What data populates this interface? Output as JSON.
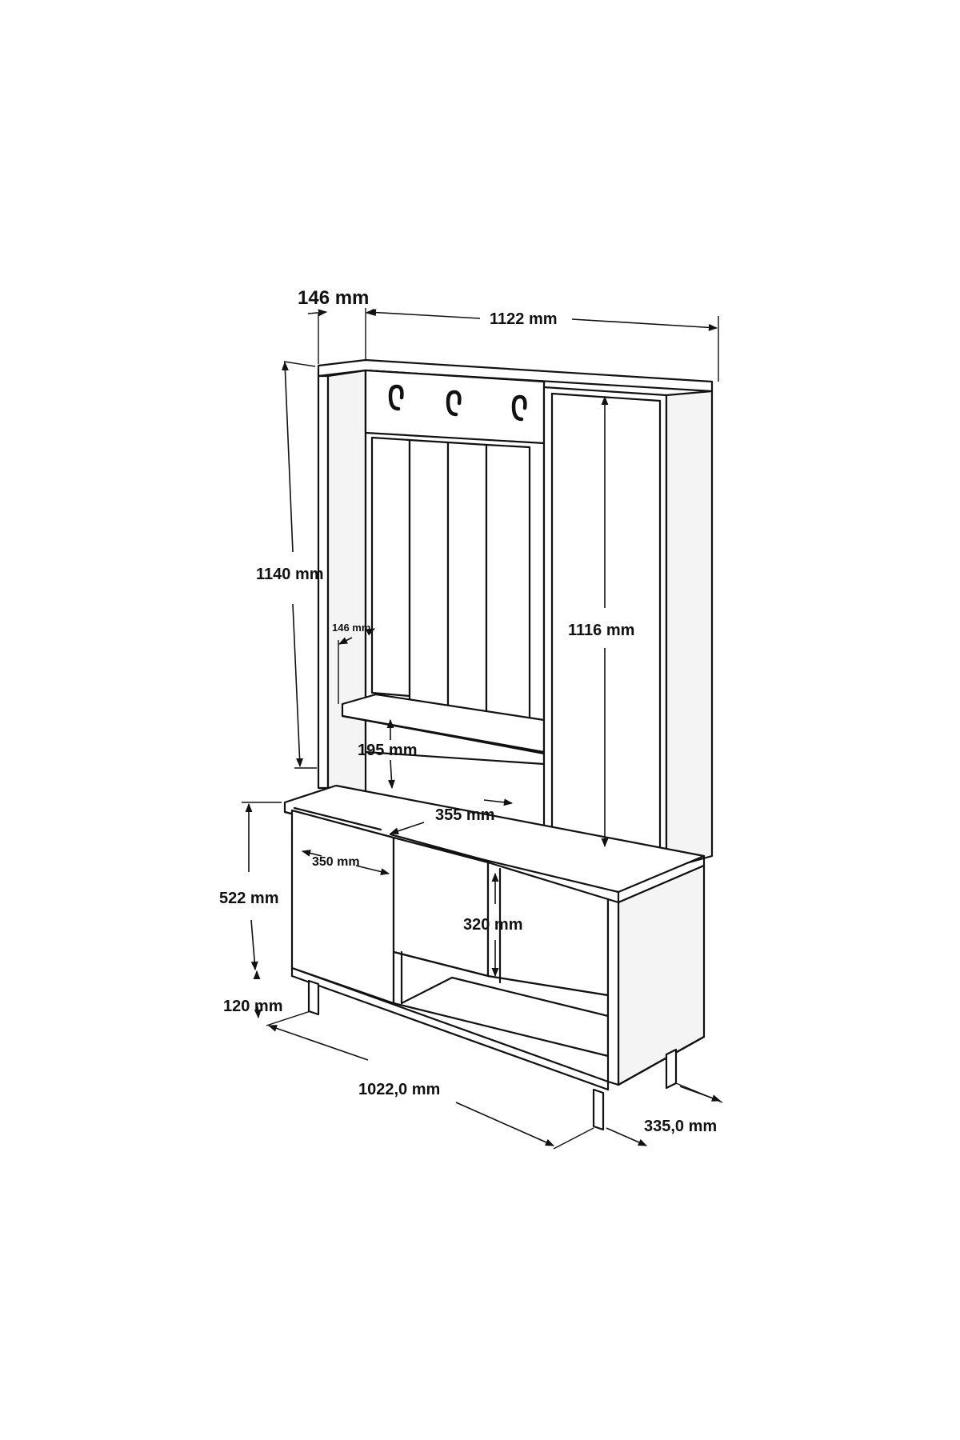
{
  "dimensions": {
    "side_depth_top": "146 mm",
    "top_width": "1122 mm",
    "total_upper_height": "1140 mm",
    "inner_panel_depth": "146 mm",
    "mirror_height": "1116 mm",
    "shelf_clearance": "195 mm",
    "bench_depth": "355 mm",
    "door_width": "350 mm",
    "cabinet_height": "522 mm",
    "compartment_height": "320 mm",
    "leg_height": "120 mm",
    "total_width": "1022,0 mm",
    "total_depth": "335,0 mm"
  },
  "colors": {
    "line": "#111111",
    "background": "#ffffff"
  }
}
